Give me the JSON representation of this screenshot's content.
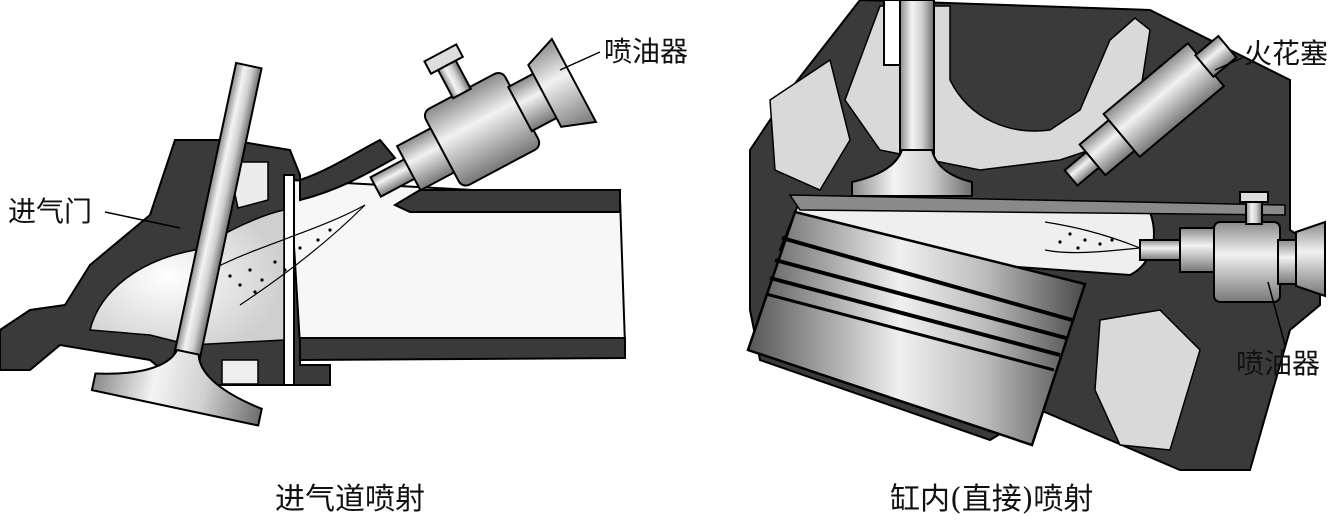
{
  "left": {
    "caption": "进气道喷射",
    "labels": {
      "injector": "喷油器",
      "intake_valve": "进气门"
    }
  },
  "right": {
    "caption": "缸内(直接)喷射",
    "labels": {
      "spark_plug": "火花塞",
      "injector": "喷油器"
    }
  },
  "colors": {
    "wall": "#3a3a3a",
    "metal_light": "#e6e6e6",
    "metal_dark": "#7a7a7a",
    "line": "#000000"
  }
}
